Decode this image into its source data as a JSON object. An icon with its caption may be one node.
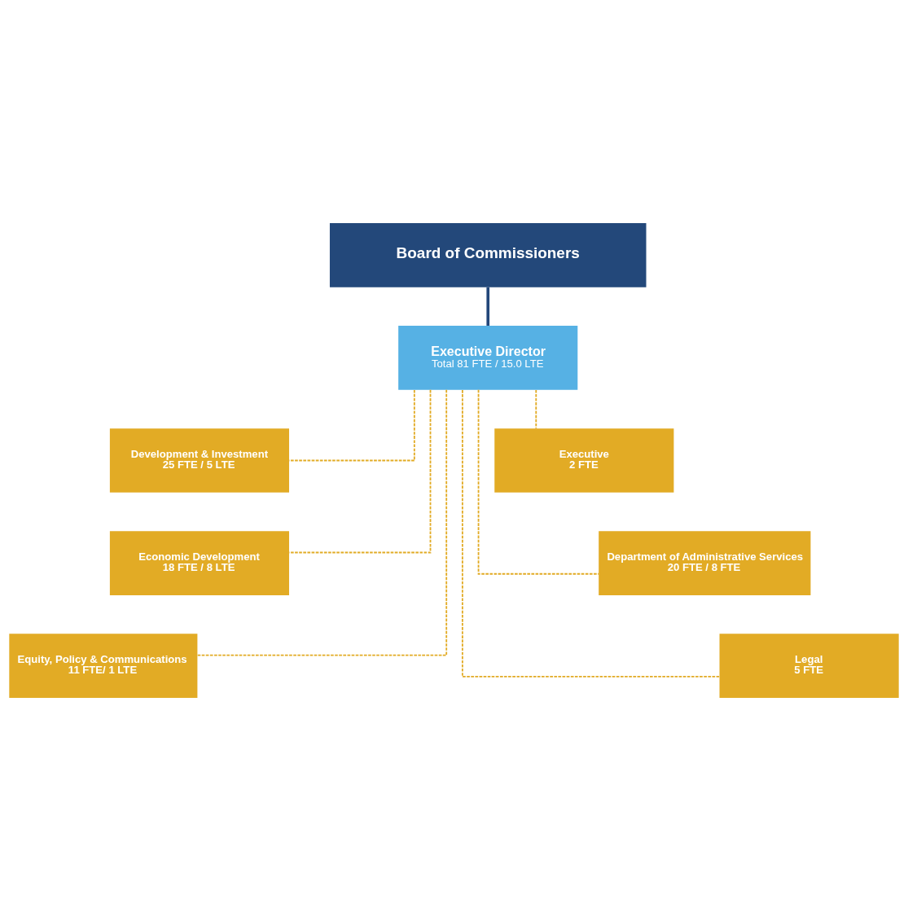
{
  "diagram": {
    "nodes": [
      {
        "text": [
          "Board of Commissioners"
        ]
      },
      {
        "text": [
          "Executive Director",
          "Total 81 FTE / 15.0 LTE"
        ]
      },
      {
        "text": [
          "Development & Investment",
          "25 FTE / 5 LTE"
        ]
      },
      {
        "text": [
          "Executive",
          "2 FTE"
        ]
      },
      {
        "text": [
          "Economic Development",
          "18 FTE / 8 LTE"
        ]
      },
      {
        "text": [
          "Department of Administrative Services",
          "20 FTE / 8 FTE"
        ]
      },
      {
        "text": [
          "Equity, Policy & Communications",
          "11 FTE/ 1 LTE"
        ]
      },
      {
        "text": [
          "Legal",
          "5 FTE"
        ]
      }
    ],
    "edges": [
      {
        "from": 0,
        "to": 1,
        "arrow": "none",
        "style": "thick",
        "color": "#23477a"
      },
      {
        "from": 1,
        "to": 2,
        "arrow": "none",
        "style": "dashed",
        "color": "#e2ab25"
      },
      {
        "from": 1,
        "to": 3,
        "arrow": "none",
        "style": "dashed",
        "color": "#e2ab25"
      },
      {
        "from": 1,
        "to": 4,
        "arrow": "none",
        "style": "dashed",
        "color": "#e2ab25"
      },
      {
        "from": 1,
        "to": 5,
        "arrow": "none",
        "style": "dashed",
        "color": "#e2ab25"
      },
      {
        "from": 1,
        "to": 6,
        "arrow": "none",
        "style": "dashed",
        "color": "#e2ab25"
      },
      {
        "from": 1,
        "to": 7,
        "arrow": "none",
        "style": "dashed",
        "color": "#e2ab25"
      }
    ]
  }
}
